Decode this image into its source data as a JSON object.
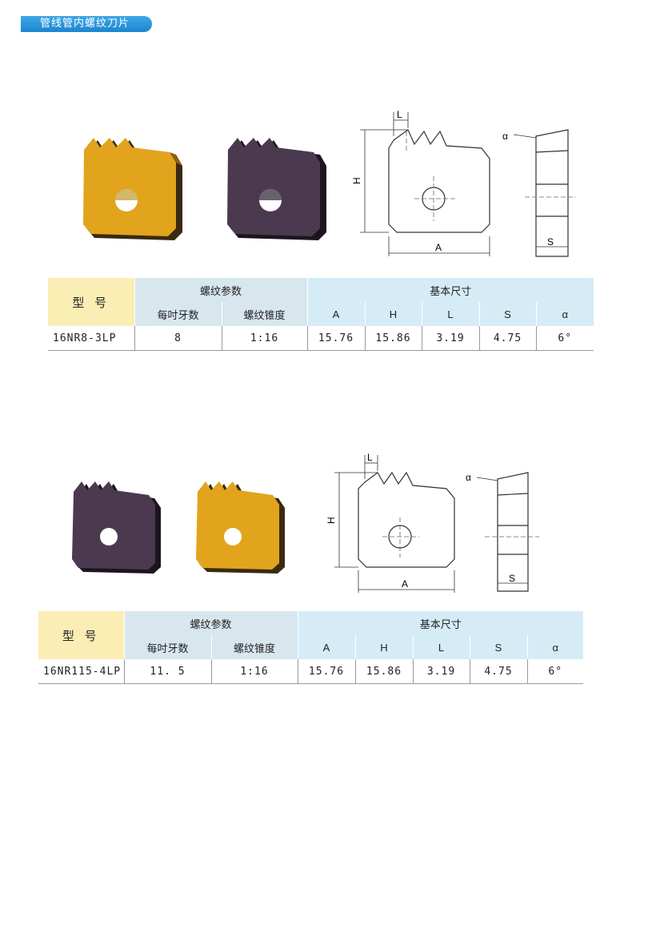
{
  "header": {
    "title": "管线管内螺纹刀片"
  },
  "products": [
    {
      "headers": {
        "model": "型 号",
        "thread_params": "螺纹参数",
        "basic_dims": "基本尺寸",
        "tpi": "每吋牙数",
        "taper": "螺纹锥度",
        "A": "A",
        "H": "H",
        "L": "L",
        "S": "S",
        "alpha": "α"
      },
      "row": {
        "model": "16NR8-3LP",
        "tpi": "8",
        "taper": "1:16",
        "A": "15.76",
        "H": "15.86",
        "L": "3.19",
        "S": "4.75",
        "alpha": "6°"
      },
      "insert_colors": [
        "#e1a41c",
        "#4b3a4f"
      ]
    },
    {
      "headers": {
        "model": "型 号",
        "thread_params": "螺纹参数",
        "basic_dims": "基本尺寸",
        "tpi": "每吋牙数",
        "taper": "螺纹锥度",
        "A": "A",
        "H": "H",
        "L": "L",
        "S": "S",
        "alpha": "α"
      },
      "row": {
        "model": "16NR115-4LP",
        "tpi": "11. 5",
        "taper": "1:16",
        "A": "15.76",
        "H": "15.86",
        "L": "3.19",
        "S": "4.75",
        "alpha": "6°"
      },
      "insert_colors": [
        "#4b3a4f",
        "#e1a41c"
      ]
    }
  ],
  "diagram_labels": {
    "L": "L",
    "H": "H",
    "A": "A",
    "S": "S",
    "alpha": "α"
  }
}
